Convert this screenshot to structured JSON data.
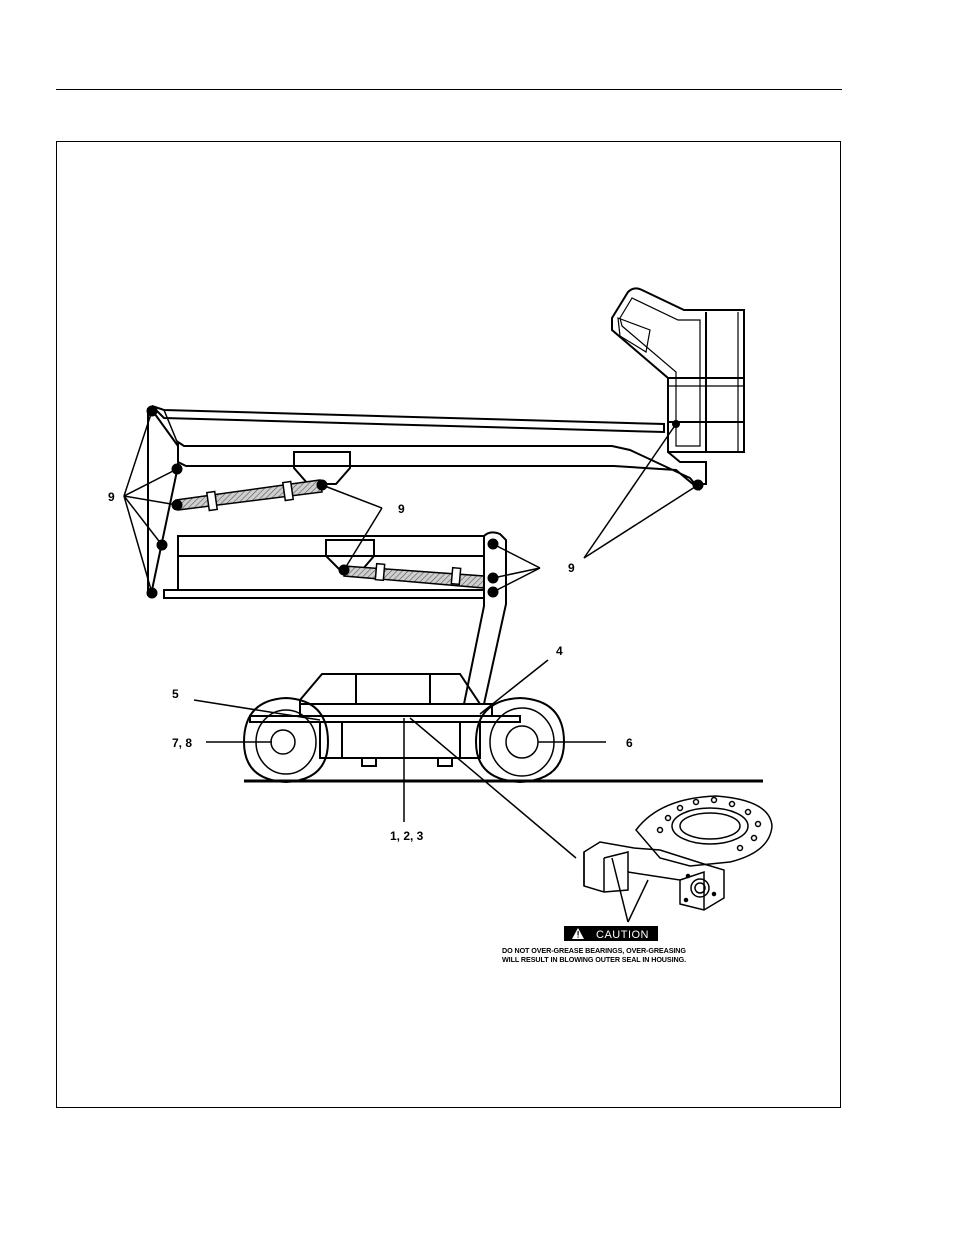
{
  "figure": {
    "callouts": {
      "c9_left": "9",
      "c9_center": "9",
      "c9_right": "9",
      "c4": "4",
      "c5": "5",
      "c78": "7, 8",
      "c6": "6",
      "c123": "1, 2, 3"
    },
    "caution": {
      "label": "CAUTION",
      "line1": "DO NOT OVER-GREASE BEARINGS, OVER-GREASING",
      "line2": "WILL RESULT IN BLOWING OUTER SEAL IN HOUSING."
    }
  },
  "colors": {
    "ink": "#000000",
    "paper": "#ffffff",
    "hatch": "#9a9a9a"
  }
}
